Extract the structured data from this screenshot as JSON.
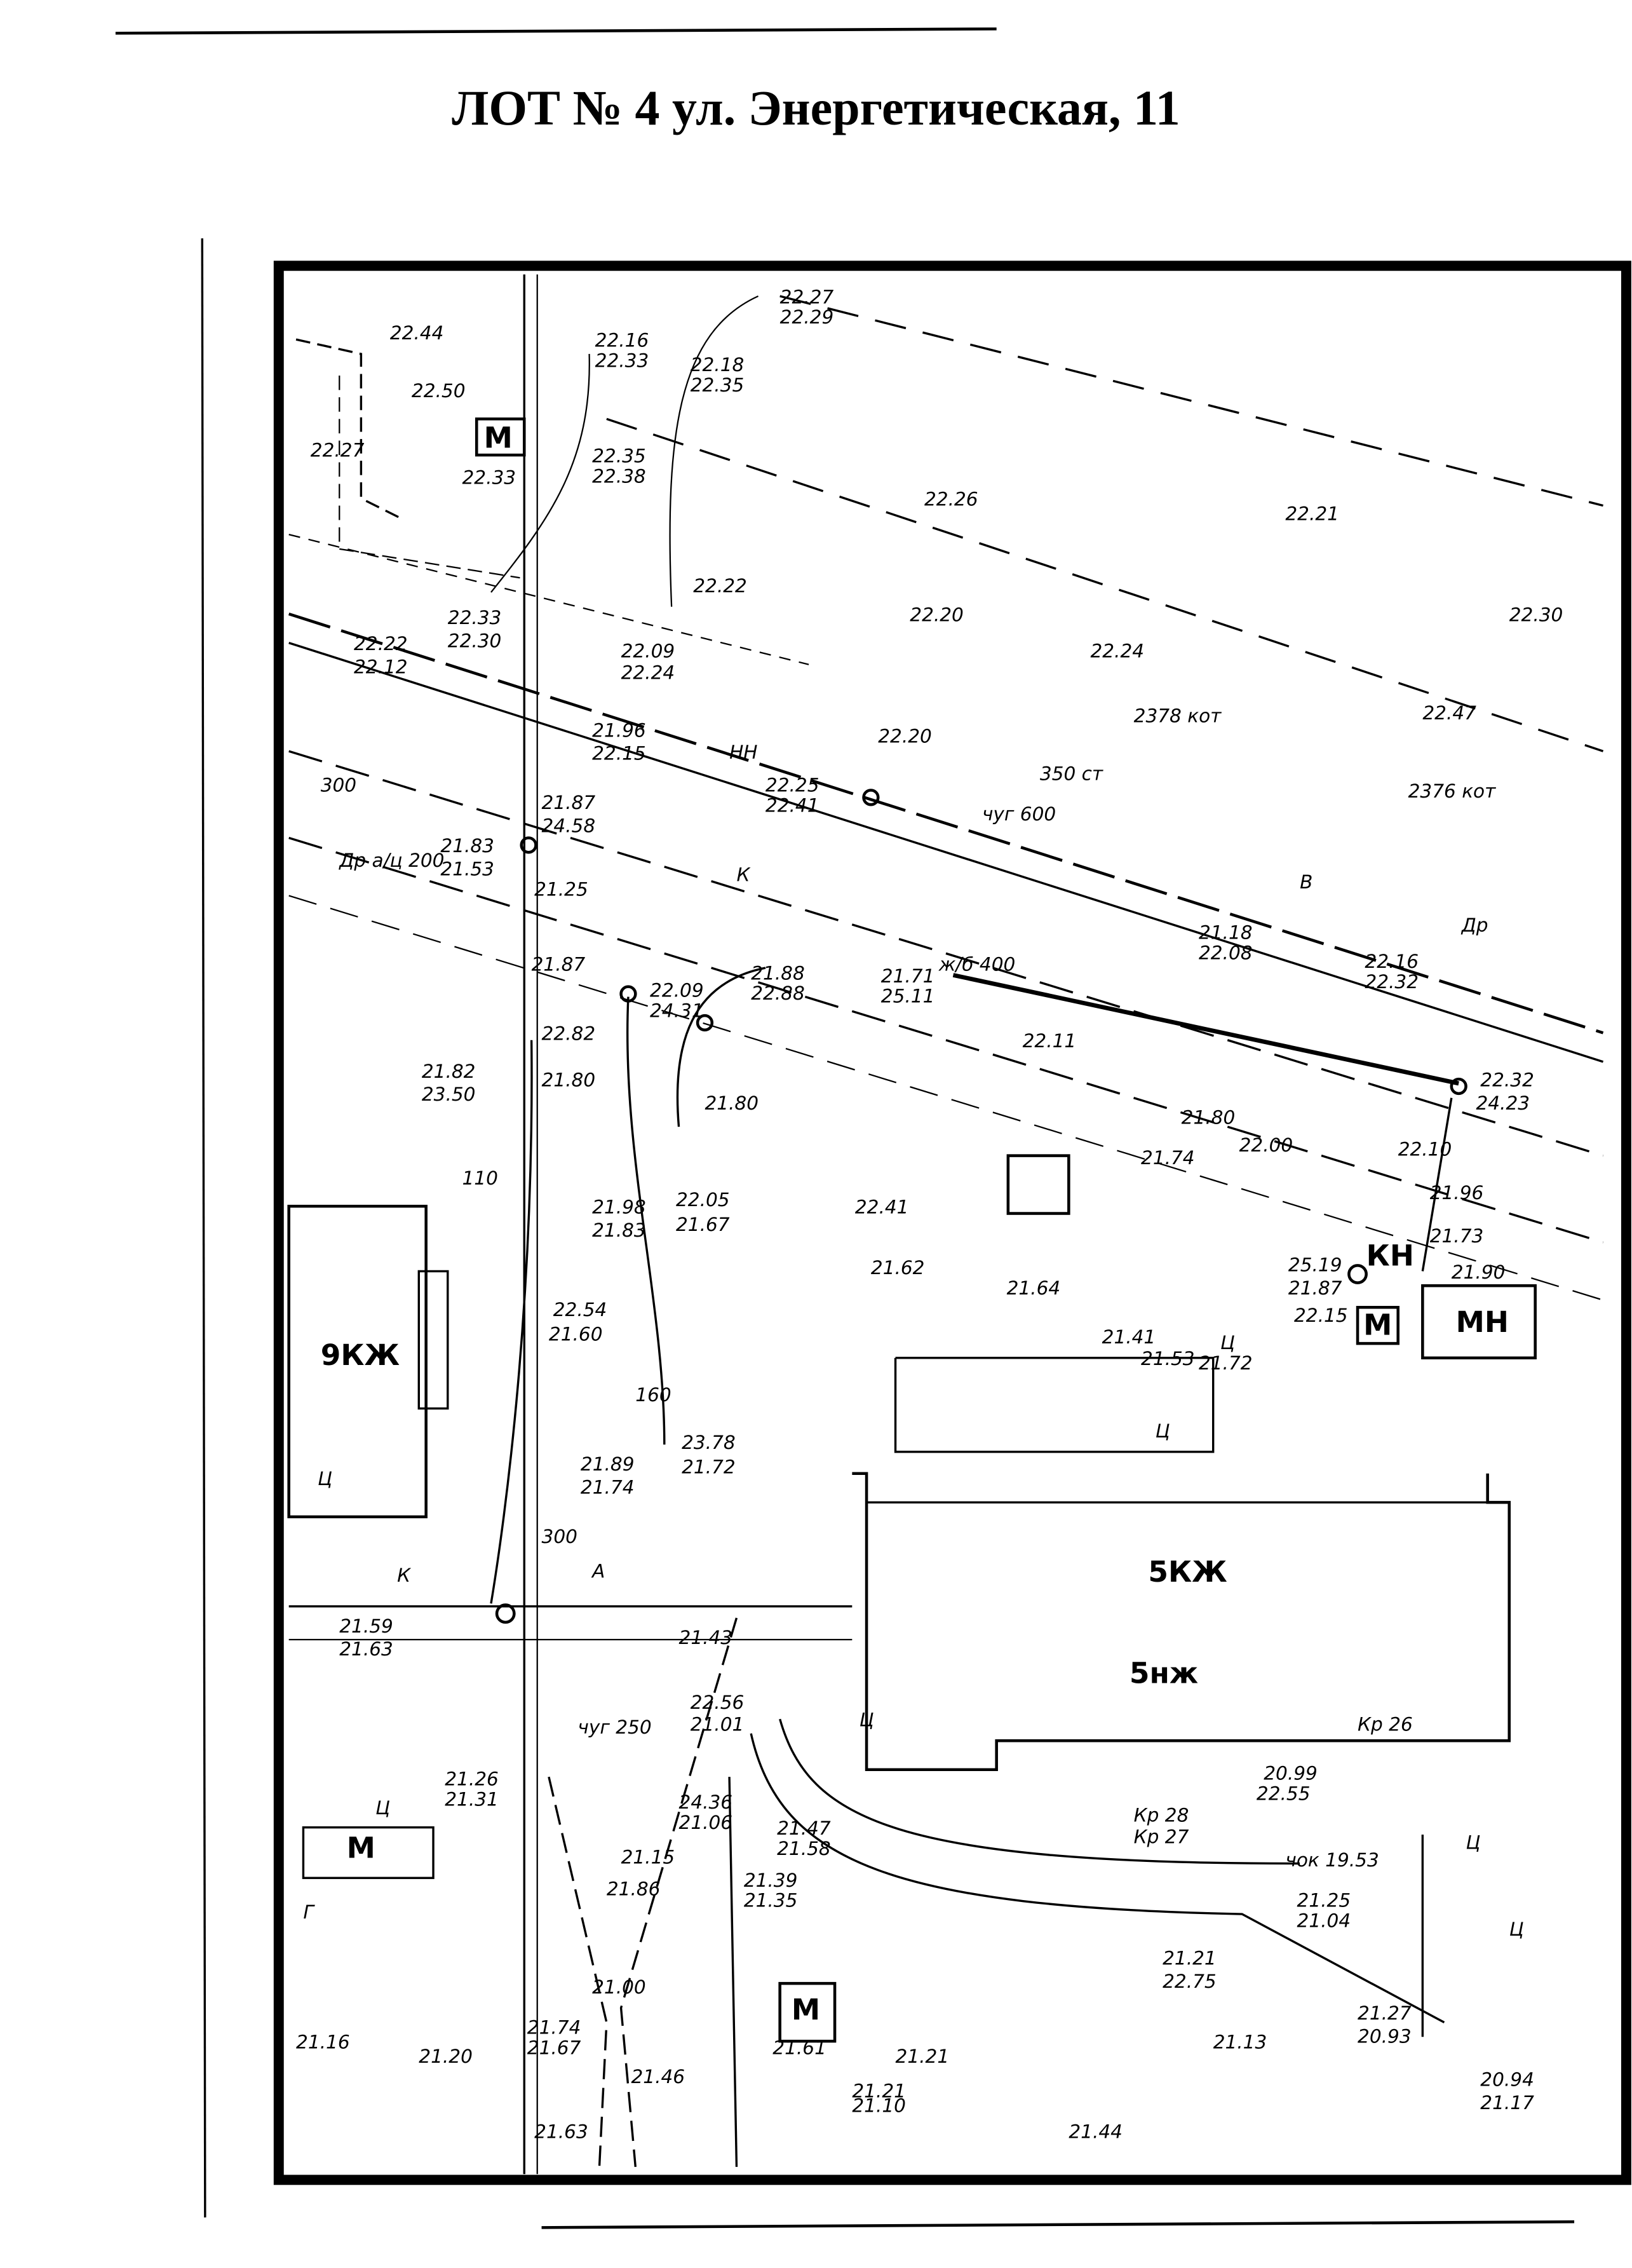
{
  "title": "ЛОТ № 4 ул. Энергетическая, 11",
  "buildings": [
    {
      "label": "9КЖ"
    },
    {
      "label": "5КЖ"
    },
    {
      "label": "5нж"
    },
    {
      "label": "МН"
    },
    {
      "label": "КН"
    },
    {
      "label": "М"
    },
    {
      "label": "М"
    },
    {
      "label": "М"
    },
    {
      "label": "М"
    }
  ],
  "labels": [
    "22.44",
    "22.50",
    "22.27",
    "22.33",
    "22.16",
    "22.33",
    "22.18",
    "22.35",
    "22.27",
    "22.29",
    "22.35",
    "22.38",
    "22.26",
    "22.21",
    "22.22",
    "22.20",
    "22.24",
    "22.30",
    "22.22",
    "22.12",
    "22.09",
    "22.24",
    "22.33",
    "22.30",
    "2378 кот",
    "22.47",
    "2376 кот",
    "350 ст",
    "22.20",
    "22.25",
    "22.41",
    "чуг 600",
    "21.96",
    "22.15",
    "21.87",
    "24.58",
    "21.83",
    "21.53",
    "21.87",
    "22.09",
    "24.31",
    "21.88",
    "22.88",
    "21.71",
    "25.11",
    "ж/б 400",
    "21.18",
    "22.08",
    "22.16",
    "22.32",
    "22.11",
    "21.80",
    "22.82",
    "21.80",
    "21.82",
    "23.50",
    "22.32",
    "24.23",
    "22.10",
    "21.96",
    "22.00",
    "21.80",
    "21.98",
    "21.83",
    "22.05",
    "21.67",
    "21.62",
    "21.64",
    "22.54",
    "21.60",
    "21.41",
    "21.53",
    "21.72",
    "21.74",
    "25.19",
    "21.87",
    "22.15",
    "21.73",
    "21.90",
    "23.78",
    "21.72",
    "21.89",
    "21.74",
    "21.59",
    "21.63",
    "21.43",
    "24.36",
    "21.06",
    "22.56",
    "21.01",
    "21.26",
    "21.31",
    "21.47",
    "21.58",
    "21.86",
    "21.00",
    "21.74",
    "21.67",
    "21.46",
    "21.63",
    "21.39",
    "21.35",
    "21.61",
    "21.21",
    "21.44",
    "21.21",
    "21.10",
    "21.25",
    "21.04",
    "21.21",
    "22.75",
    "21.13",
    "21.27",
    "20.93",
    "20.94",
    "21.17",
    "21.16",
    "21.20",
    "20.99",
    "22.55",
    "чок 19.53",
    "Кр 28",
    "Кр 27",
    "Кр 26",
    "Ц",
    "Ц",
    "Ц",
    "Ц",
    "Ц",
    "Ц",
    "Ц",
    "А",
    "Г",
    "К",
    "К",
    "В",
    "НН",
    "Др",
    "чуг 250",
    "Др а/ц 200",
    "300",
    "110",
    "160",
    "300",
    "21.25",
    "22.41",
    "21.15"
  ]
}
